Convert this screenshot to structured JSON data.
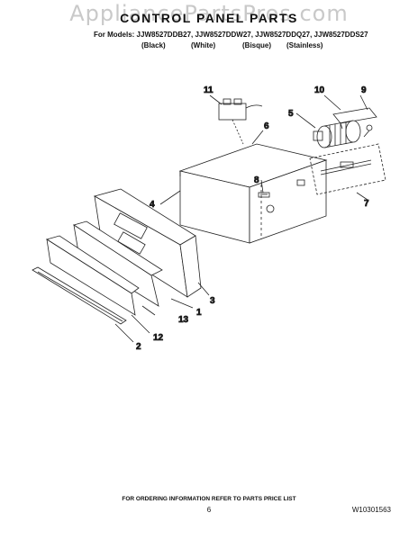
{
  "watermark": "AppliancePartsPros.com",
  "title": "CONTROL PANEL PARTS",
  "models_line": "For Models: JJW8527DDB27, JJW8527DDW27, JJW8527DDQ27, JJW8527DDS27",
  "finishes": [
    "(Black)",
    "(White)",
    "(Bisque)",
    "(Stainless)"
  ],
  "callouts": [
    "1",
    "2",
    "3",
    "4",
    "5",
    "6",
    "7",
    "8",
    "9",
    "10",
    "11",
    "12",
    "13"
  ],
  "footer": {
    "ordering_note": "FOR ORDERING INFORMATION REFER TO PARTS PRICE LIST",
    "page_number": "6",
    "document_number": "W10301563"
  }
}
